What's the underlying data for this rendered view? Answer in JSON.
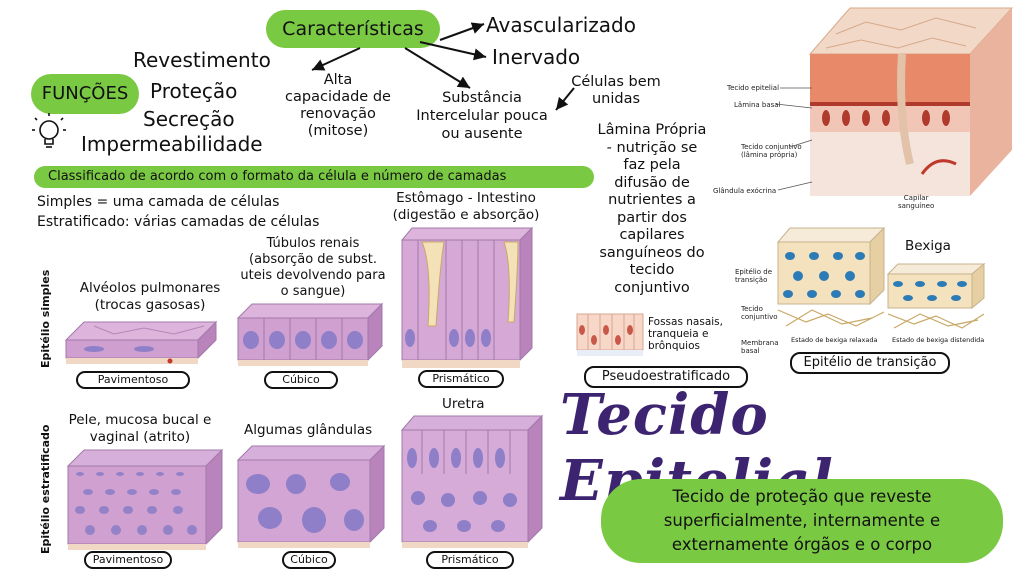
{
  "caracteristicas": {
    "title": "Características",
    "avascularizado": "Avascularizado",
    "inervado": "Inervado",
    "alta": "Alta\ncapacidade de\nrenovação\n(mitose)",
    "substancia": "Substância\nIntercelular pouca\nou ausente",
    "celulas_unidas": "Células bem\nunidas"
  },
  "funcoes": {
    "title": "FUNÇÕES",
    "items": [
      "Revestimento",
      "Proteção",
      "Secreção",
      "Impermeabilidade"
    ]
  },
  "lamina_propria": "Lâmina Própria\n- nutrição se\nfaz pela\ndifusão de\nnutrientes a\npartir dos\ncapilares\nsanguíneos do\ntecido\nconjuntivo",
  "classificacao": {
    "banner": "Classificado de acordo com o formato da célula e número de camadas",
    "simples": "Simples = uma camada de células",
    "estratificado": "Estratificado: várias camadas de células"
  },
  "side_labels": {
    "simples": "Epitélio simples",
    "estratificado": "Epitélio estratificado"
  },
  "simples": {
    "pav_desc": "Alvéolos pulmonares\n(trocas gasosas)",
    "pav_label": "Pavimentoso",
    "cub_desc": "Túbulos renais\n(absorção de subst.\nuteis devolvendo para\no sangue)",
    "cub_label": "Cúbico",
    "pri_desc": "Estômago - Intestino\n(digestão e absorção)",
    "pri_label": "Prismático"
  },
  "estratificado": {
    "pav_desc": "Pele, mucosa bucal e\nvaginal (atrito)",
    "pav_label": "Pavimentoso",
    "cub_desc": "Algumas glândulas",
    "cub_label": "Cúbico",
    "pri_desc": "Uretra",
    "pri_label": "Prismático"
  },
  "pseudo": {
    "desc": "Fossas nasais,\ntranqueia e\nbrônquios",
    "label": "Pseudoestratificado"
  },
  "diagram_labels": {
    "tecido_epitelial": "Tecido epitelial",
    "lamina_basal": "Lâmina basal",
    "tecido_conjuntivo": "Tecido conjuntivo\n(lâmina própria)",
    "glandula": "Glândula exócrina",
    "capilar": "Capilar\nsanguíneo"
  },
  "transicao": {
    "bexiga": "Bexiga",
    "ep_transicao": "Epitélio de\ntransição",
    "tec_conjuntivo": "Tecido\nconjuntivo",
    "membrana": "Membrana\nbasal",
    "relaxada": "Estado de bexiga relaxada",
    "distendida": "Estado de bexiga distendida",
    "label": "Epitélio de transição"
  },
  "main_title": "Tecido Epitelial",
  "definition": "Tecido de proteção que reveste\nsuperficialmente, internamente e\nexternamente órgãos e o corpo",
  "colors": {
    "green": "#7ac943",
    "purple": "#3d2470",
    "tissue": "#d8a8d8",
    "nucleus": "#8e7fc8"
  }
}
